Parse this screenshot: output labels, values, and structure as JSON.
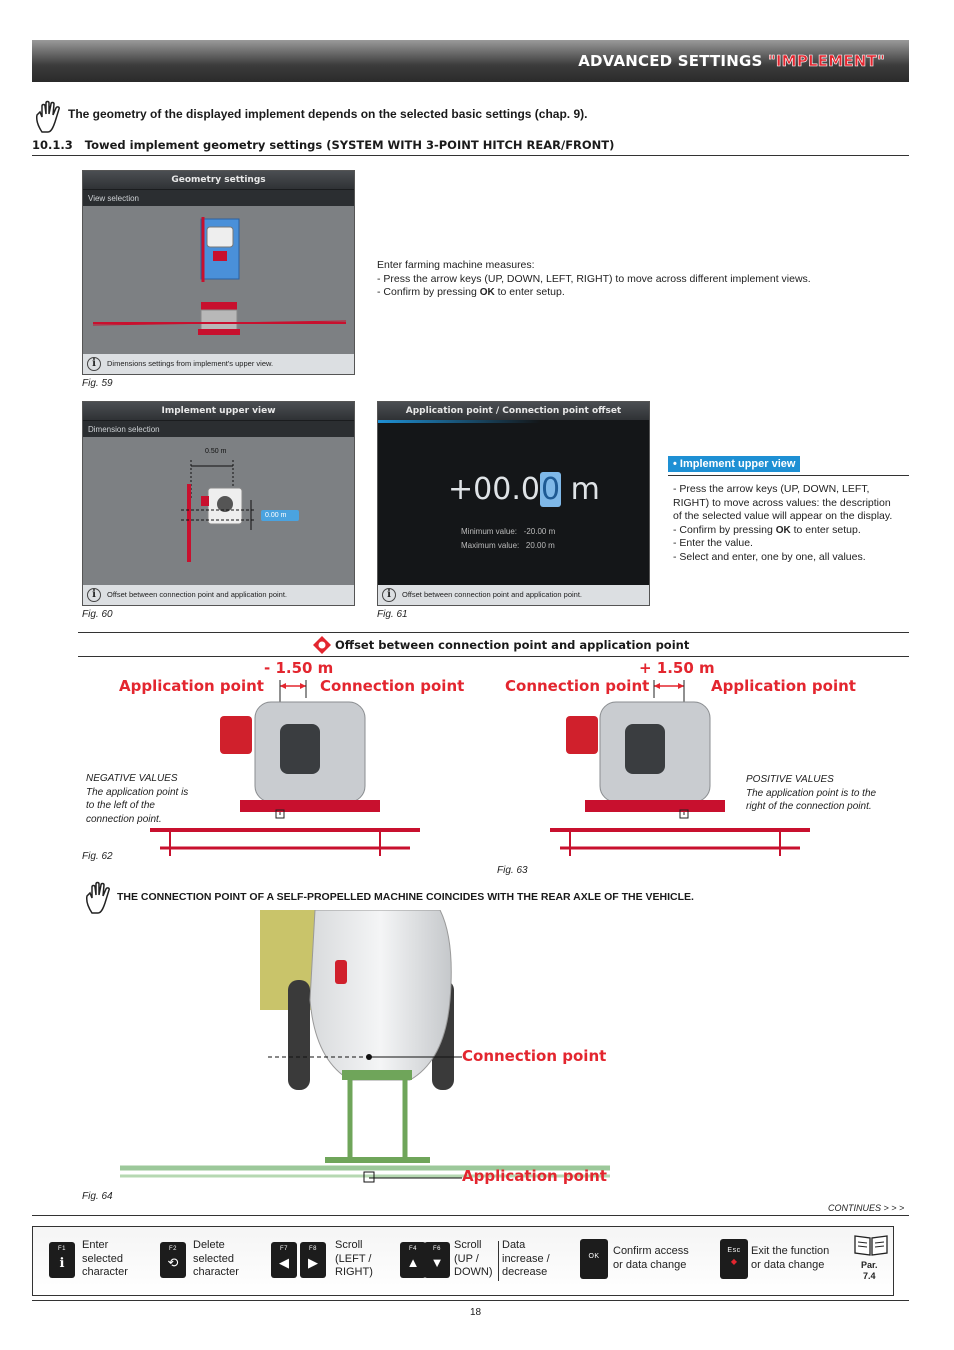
{
  "header": {
    "title_prefix": "ADVANCED SETTINGS ",
    "title_highlight": "\"IMPLEMENT\""
  },
  "note_geometry": "The geometry of the displayed implement depends on the selected basic settings (chap. 9).",
  "section": {
    "number": "10.1.3",
    "title": "Towed implement geometry settings (SYSTEM WITH 3-POINT HITCH REAR/FRONT)"
  },
  "fig59": {
    "screen_title": "Geometry settings",
    "screen_subtitle": "View selection",
    "screen_footer": "Dimensions settings from implement's upper view.",
    "caption": "Fig. 59"
  },
  "instructions": {
    "line1": "Enter farming machine measures:",
    "line2": "- Press the arrow keys (UP, DOWN, LEFT, RIGHT) to move across different implement views.",
    "line3_pre": "- Confirm by pressing ",
    "line3_post": " to enter setup."
  },
  "fig60": {
    "screen_title": "Implement upper view",
    "screen_subtitle": "Dimension selection",
    "dim_top": "0.50 m",
    "dim_value": "0.00 m",
    "screen_footer": "Offset between connection point and application point.",
    "caption": "Fig. 60"
  },
  "fig61": {
    "screen_title": "Application point / Connection point offset",
    "value_sign": "+",
    "value_main": "00.0",
    "value_cursor": "0",
    "value_unit": " m",
    "min_label": "Minimum value:",
    "min_value": "-20.00 m",
    "max_label": "Maximum value:",
    "max_value": "20.00 m",
    "screen_footer": "Offset between connection point and application point.",
    "caption": "Fig. 61"
  },
  "upper_view": {
    "heading": "• Implement upper view",
    "line1": "- Press the arrow keys (UP, DOWN, LEFT,",
    "line2": "RIGHT) to move across values: the description",
    "line3": "of the selected value will appear on the display.",
    "line4_pre": "- Confirm by pressing ",
    "line4_post": " to enter setup.",
    "line5": "- Enter the value.",
    "line6": "- Select and enter, one by one, all values."
  },
  "offset_heading": "Offset between connection point and application point",
  "fig62": {
    "value": "- 1.50 m",
    "left_label": "Application point",
    "right_label": "Connection point",
    "desc_title": "NEGATIVE VALUES",
    "desc_1": "The application point is",
    "desc_2": "to the left of the",
    "desc_3": "connection point.",
    "caption": "Fig. 62"
  },
  "fig63": {
    "value": "+ 1.50 m",
    "left_label": "Connection point",
    "right_label": "Application point",
    "desc_title": "POSITIVE VALUES",
    "desc_1": "The application point is to the",
    "desc_2": "right of the connection point.",
    "caption": "Fig. 63"
  },
  "note_selfpropelled": "THE CONNECTION POINT OF A SELF-PROPELLED MACHINE COINCIDES WITH THE REAR AXLE OF THE VEHICLE.",
  "fig64": {
    "connection_label": "Connection point",
    "application_label": "Application point",
    "caption": "Fig. 64"
  },
  "continues": "CONTINUES > > >",
  "footer": {
    "keys": {
      "f1": "F1",
      "f2": "F2",
      "f7": "F7",
      "f8": "F8",
      "f4": "F4",
      "f6": "F6",
      "ok": "OK",
      "esc": "Esc"
    },
    "f1_label": [
      "Enter",
      "selected",
      "character"
    ],
    "f2_label": [
      "Delete",
      "selected",
      "character"
    ],
    "f7f8_label": [
      "Scroll",
      "(LEFT /",
      "RIGHT)"
    ],
    "f4f6_label": [
      "Scroll",
      "(UP /",
      "DOWN)"
    ],
    "data_label": [
      "Data",
      "increase /",
      "decrease"
    ],
    "ok_label": [
      "Confirm access",
      "or data change"
    ],
    "esc_label": [
      "Exit the function",
      "or data change"
    ],
    "par_label": [
      "Par.",
      "7.4"
    ]
  },
  "page_number": "18",
  "colors": {
    "accent_red": "#e3262f",
    "accent_blue": "#1e90d4",
    "header_dark": "#2a2a2a"
  }
}
